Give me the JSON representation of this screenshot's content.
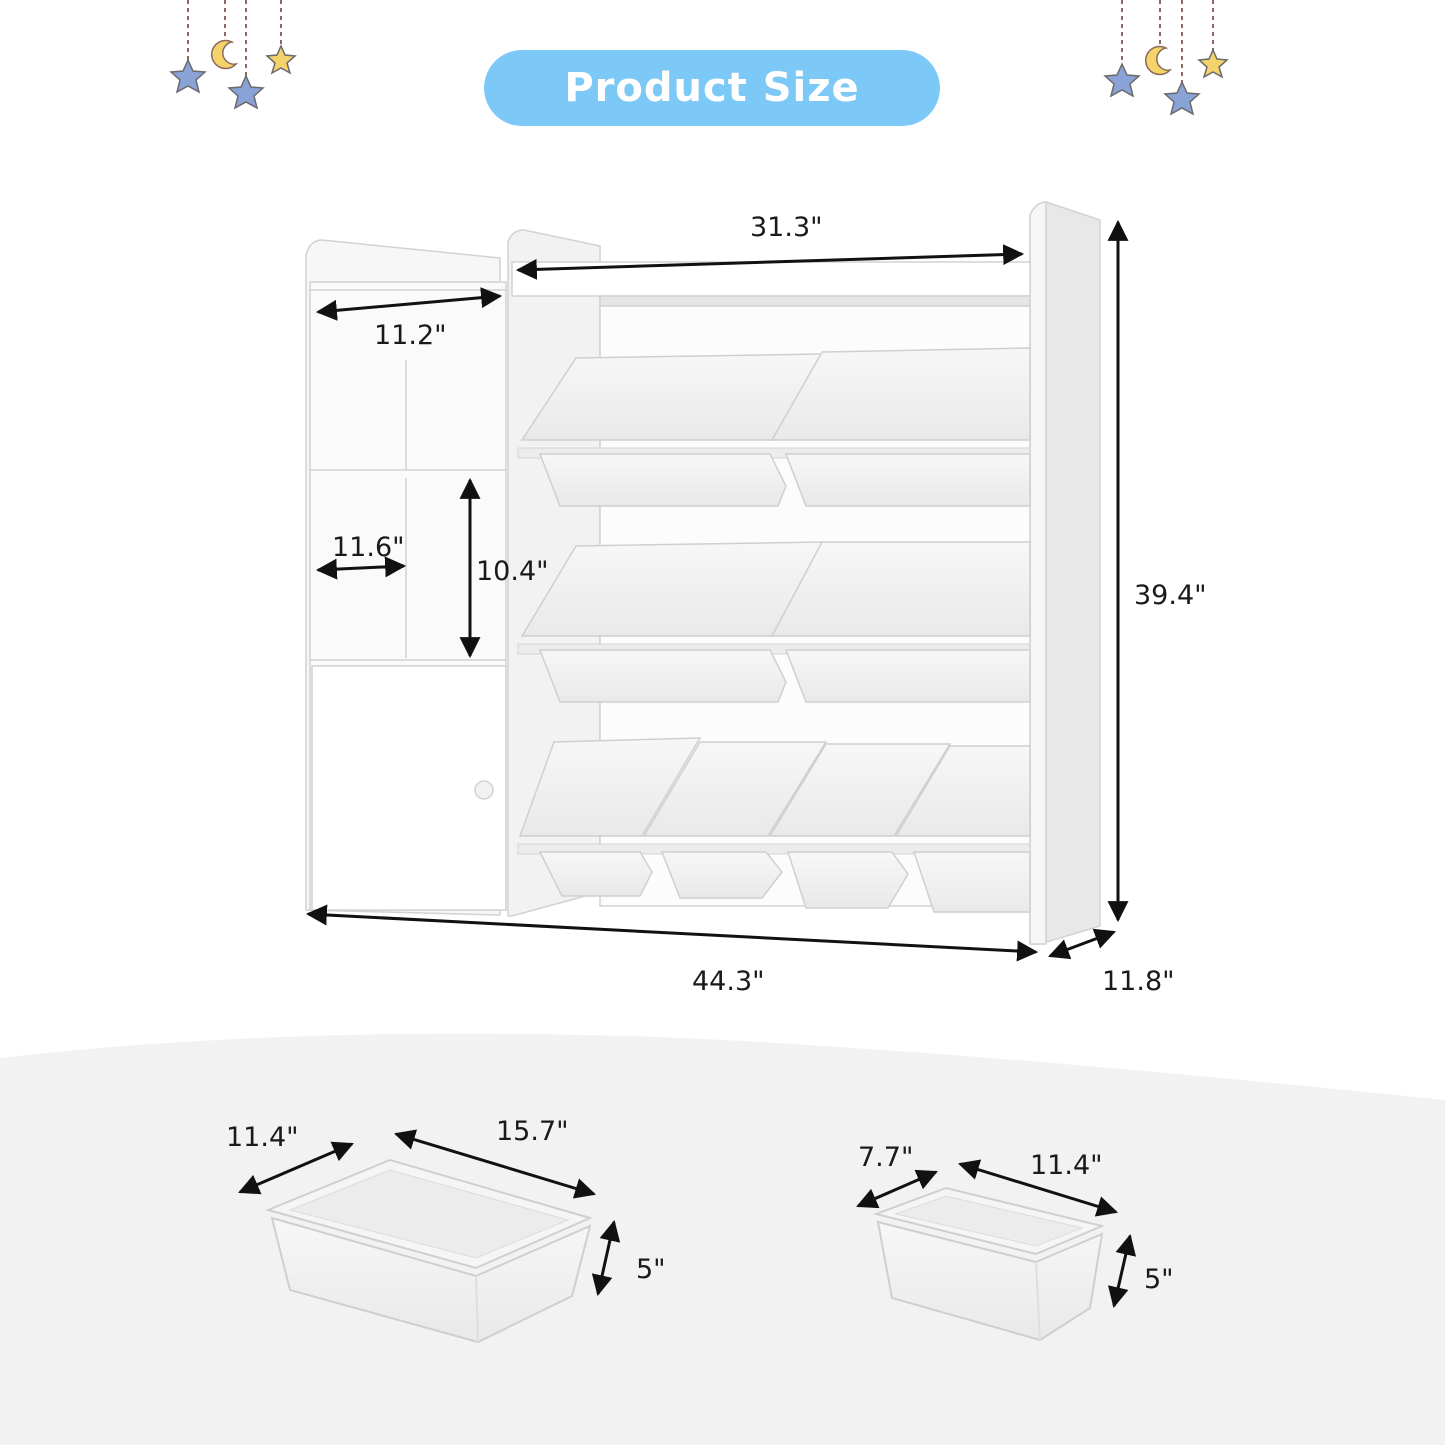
{
  "title": "Product Size",
  "colors": {
    "title_pill": "#7cc9f7",
    "title_text": "#ffffff",
    "ground": "#f2f2f2",
    "furniture": "#ffffff",
    "furniture_shadow": "#e6e6e6",
    "dimension_line": "#111111",
    "star_blue": "#8aa3d6",
    "star_yellow": "#f4d46a",
    "moon": "#f4d46a",
    "string": "#8a6a5a"
  },
  "icons": [
    "star-icon",
    "moon-icon"
  ],
  "dimensions": {
    "shelf_top_width": "31.3\"",
    "cubby_top_width": "11.2\"",
    "cubby_inner_width": "11.6\"",
    "cubby_height": "10.4\"",
    "total_height": "39.4\"",
    "total_width": "44.3\"",
    "depth": "11.8\"",
    "large_bin_width": "11.4\"",
    "large_bin_length": "15.7\"",
    "large_bin_height": "5\"",
    "small_bin_width": "7.7\"",
    "small_bin_length": "11.4\"",
    "small_bin_height": "5\""
  }
}
